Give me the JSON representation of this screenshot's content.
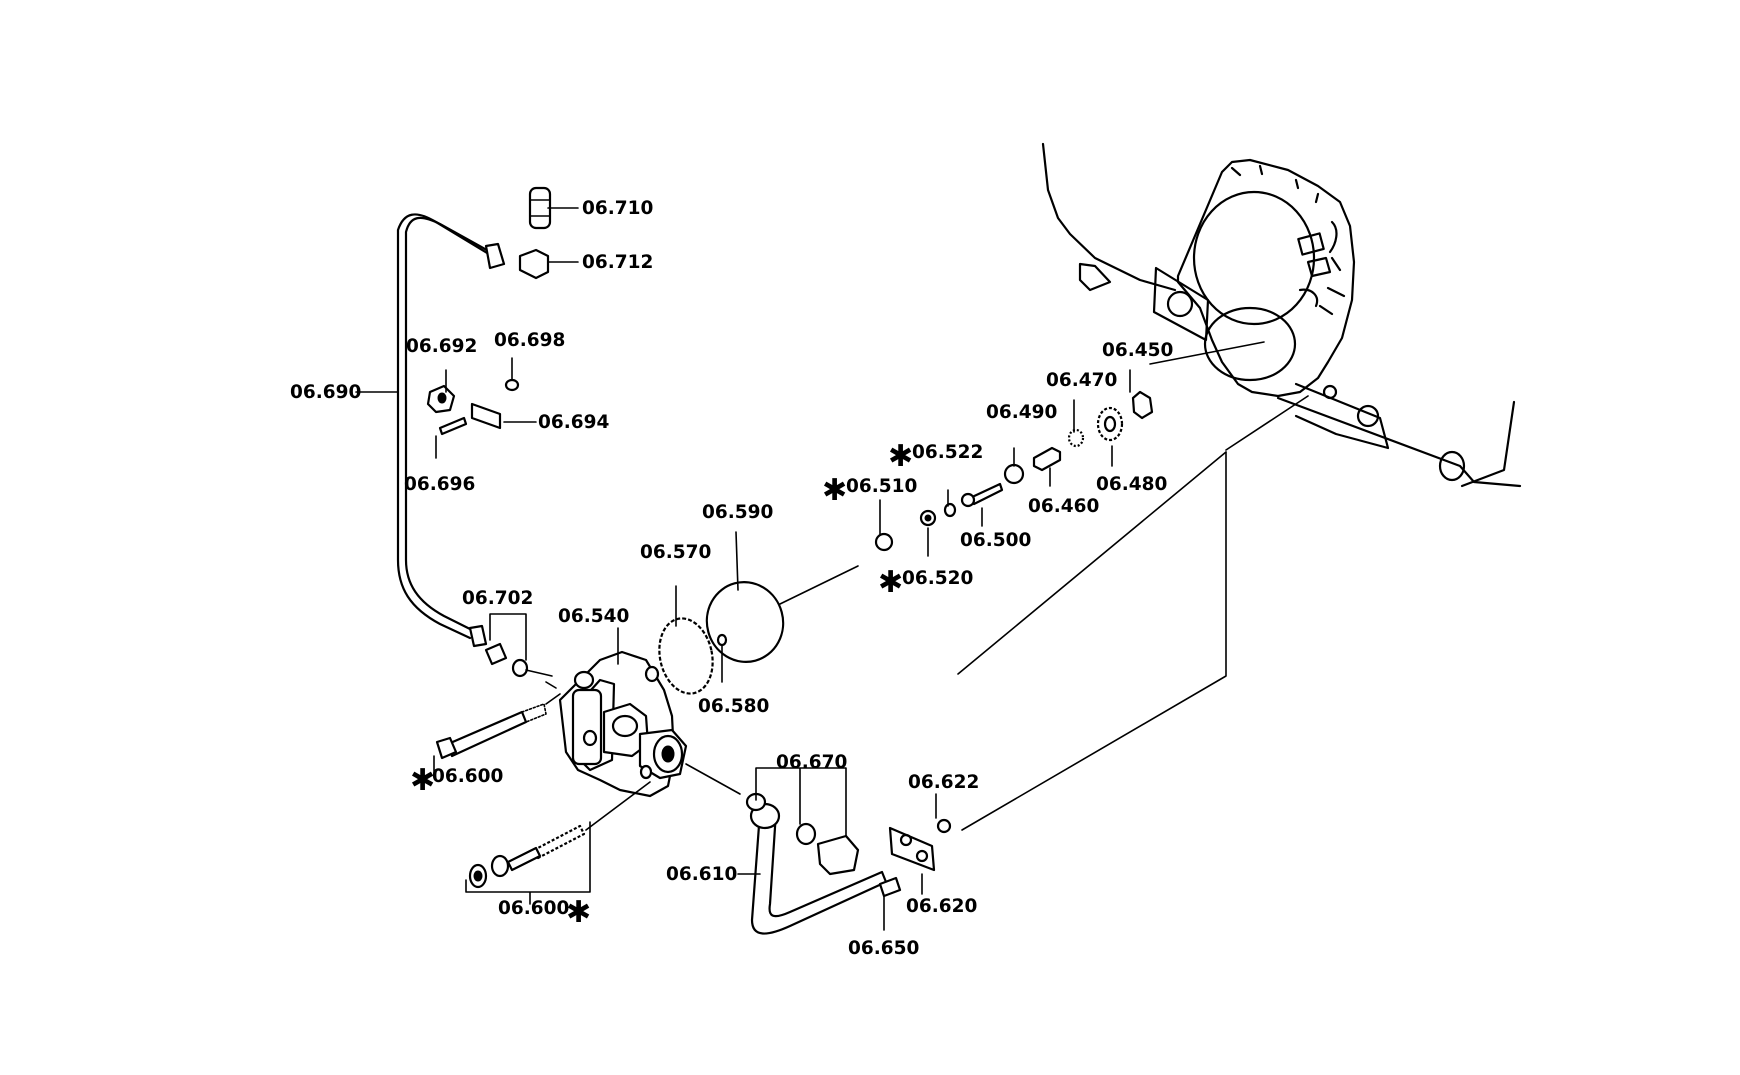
{
  "labels": {
    "l_06710": "06.710",
    "l_06712": "06.712",
    "l_06692": "06.692",
    "l_06698": "06.698",
    "l_06690": "06.690",
    "l_06694": "06.694",
    "l_06696": "06.696",
    "l_06702": "06.702",
    "l_06540": "06.540",
    "l_06570": "06.570",
    "l_06590": "06.590",
    "l_06580": "06.580",
    "l_06600a": "06.600",
    "l_06600b": "06.600",
    "l_06670": "06.670",
    "l_06610": "06.610",
    "l_06650": "06.650",
    "l_06622": "06.622",
    "l_06620": "06.620",
    "l_06510": "06.510",
    "l_06522": "06.522",
    "l_06520": "06.520",
    "l_06500": "06.500",
    "l_06490": "06.490",
    "l_06470": "06.470",
    "l_06460": "06.460",
    "l_06450": "06.450",
    "l_06480": "06.480"
  },
  "marker": "✱",
  "icons": {
    "housing": "transmission-housing-icon",
    "pump": "pump-body-icon",
    "gear": "gear-icon",
    "gasket": "gasket-icon",
    "hose": "hose-icon",
    "bolt": "bolt-icon",
    "pipe": "pipe-icon"
  }
}
